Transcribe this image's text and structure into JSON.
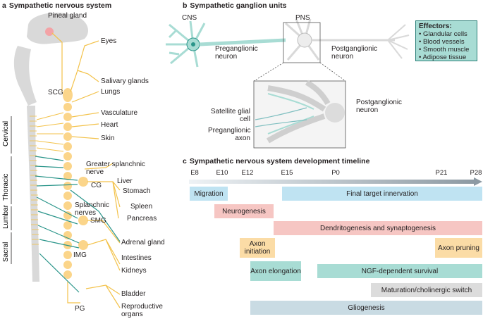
{
  "panel_a": {
    "letter": "a",
    "title": "Sympathetic nervous system",
    "labels": {
      "pineal": "Pineal gland",
      "scg": "SCG",
      "eyes": "Eyes",
      "salivary": "Salivary glands",
      "lungs": "Lungs",
      "vasculature": "Vasculature",
      "heart": "Heart",
      "skin": "Skin",
      "greater_splanchnic": [
        "Greater splanchnic",
        "nerve"
      ],
      "cg": "CG",
      "liver": "Liver",
      "stomach": "Stomach",
      "spleen": "Spleen",
      "pancreas": "Pancreas",
      "splanchnic": [
        "Splanchnic",
        "nerves"
      ],
      "smg": "SMG",
      "adrenal": "Adrenal gland",
      "img": "IMG",
      "intestines": "Intestines",
      "kidneys": "Kidneys",
      "bladder": "Bladder",
      "pg": "PG",
      "reproductive": [
        "Reproductive",
        "organs"
      ]
    },
    "regions": [
      "Cervical",
      "Thoracic",
      "Lumbar",
      "Sacral"
    ]
  },
  "panel_b": {
    "letter": "b",
    "title": "Sympathetic ganglion units",
    "cns": "CNS",
    "pns": "PNS",
    "preganglionic_neuron": [
      "Preganglionic",
      "neuron"
    ],
    "postganglionic_neuron": [
      "Postganglionic",
      "neuron"
    ],
    "inset_postganglionic": [
      "Postganglionic",
      "neuron"
    ],
    "satellite": [
      "Satellite glial",
      "cell"
    ],
    "preganglionic_axon": [
      "Preganglionic",
      "axon"
    ],
    "effectors": {
      "title": "Effectors:",
      "items": [
        "• Glandular cells",
        "• Blood vessels",
        "• Smooth muscle",
        "• Adipose tissue"
      ]
    }
  },
  "panel_c": {
    "letter": "c",
    "title": "Sympathetic nervous system development timeline",
    "ticks": [
      "E8",
      "E10",
      "E12",
      "E15",
      "P0",
      "P21",
      "P28"
    ],
    "bars": [
      {
        "label": "Migration",
        "color": "#bfe3f2"
      },
      {
        "label": "Final target innervation",
        "color": "#bfe3f2"
      },
      {
        "label": "Neurogenesis",
        "color": "#f6c6c3"
      },
      {
        "label": "Dendritogenesis and synaptogenesis",
        "color": "#f6c6c3"
      },
      {
        "label": "Axon initiation",
        "color": "#fbdca6"
      },
      {
        "label": "Axon pruning",
        "color": "#fbdca6"
      },
      {
        "label": "Axon elongation",
        "color": "#a8dcd4"
      },
      {
        "label": "NGF-dependent survival",
        "color": "#a8dcd4"
      },
      {
        "label": "Maturation/cholinergic switch",
        "color": "#dcdcdc"
      },
      {
        "label": "Gliogenesis",
        "color": "#c9dbe3"
      }
    ]
  },
  "colors": {
    "yellow": "#f3c24a",
    "teal": "#2a958a",
    "ganglion": "#fbd58a",
    "grey": "#d9d9d9"
  }
}
